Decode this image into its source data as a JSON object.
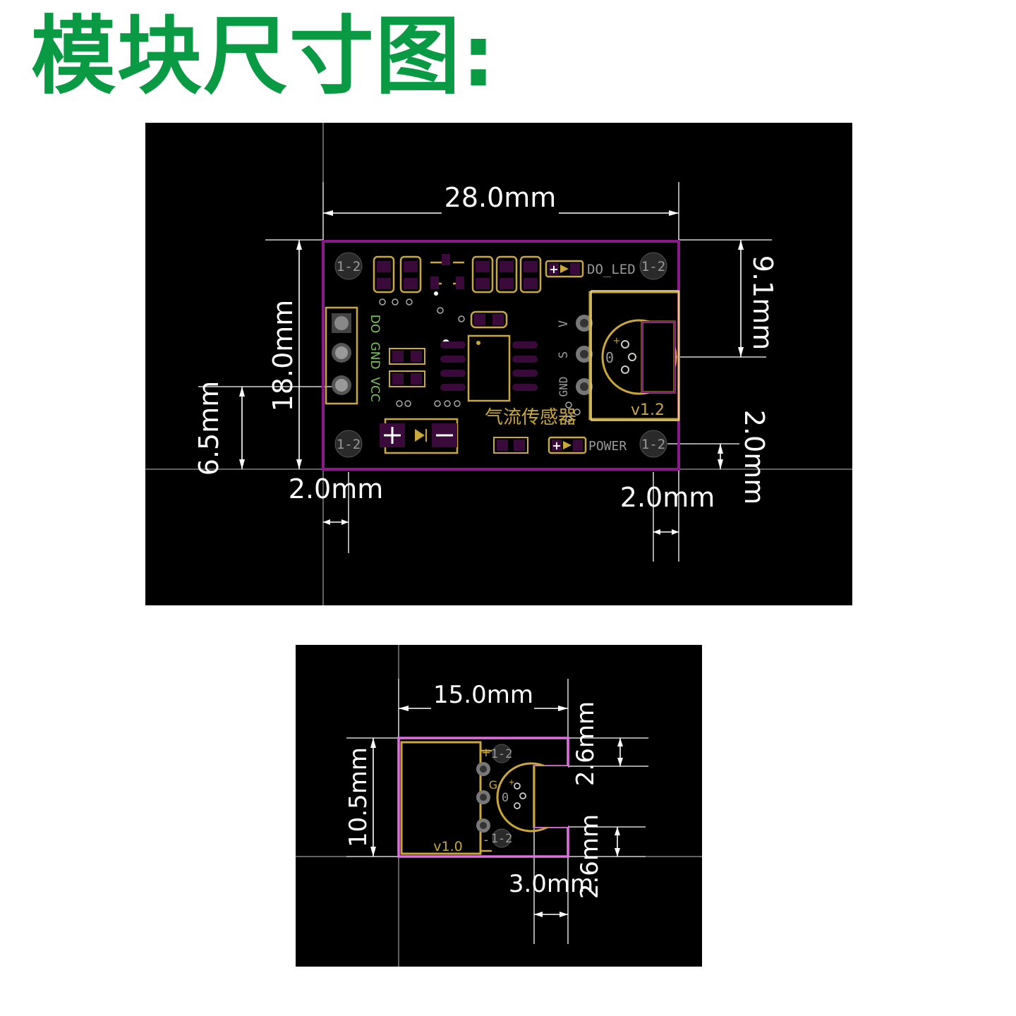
{
  "title": "模块尺寸图:",
  "main_board": {
    "dimensions": {
      "width": "28.0mm",
      "height": "18.0mm",
      "top_offset": "9.1mm",
      "left_offset": "6.5mm",
      "hole_left": "2.0mm",
      "hole_right": "2.0mm",
      "hole_bottom": "2.0mm"
    },
    "silkscreen": {
      "hole_label": "1-2",
      "do_led": "DO_LED",
      "power": "POWER",
      "sensor_name": "气流传感器",
      "version": "v1.2",
      "pin_v": "V",
      "pin_s": "S",
      "pin_gnd": "GND",
      "header_do": "DO",
      "header_gnd": "GND",
      "header_vcc": "VCC",
      "sensor_zero": "0",
      "sensor_plus": "+"
    }
  },
  "probe_board": {
    "dimensions": {
      "width": "15.0mm",
      "height": "10.5mm",
      "notch_top": "2.6mm",
      "notch_bottom": "2.6mm",
      "notch_width": "3.0mm"
    },
    "silkscreen": {
      "hole_label": "1-2",
      "version": "v1.0",
      "pin_g": "G",
      "pin_plus": "+",
      "pin_minus": "-",
      "sensor_zero": "0",
      "sensor_plus": "+"
    }
  },
  "colors": {
    "title": "#0a9a44",
    "board_outline": "#8a1a8a",
    "silkscreen": "#c9a73a",
    "pad": "#3a0a3a",
    "probe_outline": "#e070e0"
  }
}
